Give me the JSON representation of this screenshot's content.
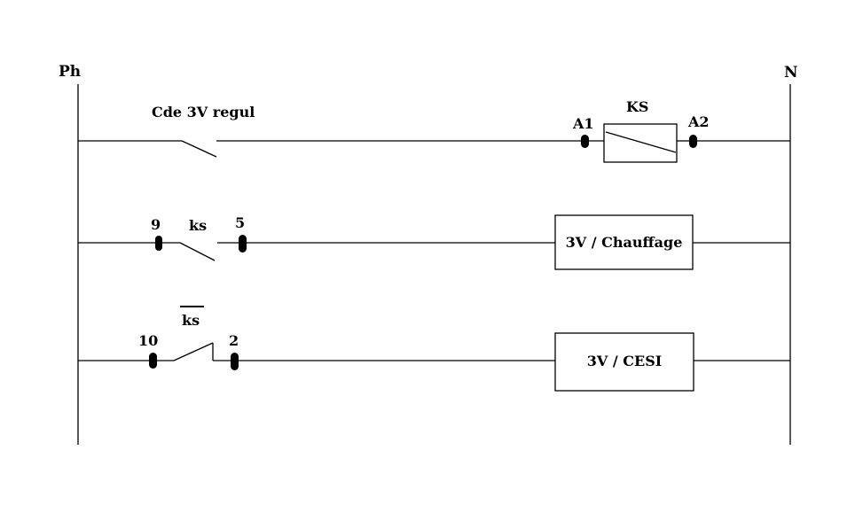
{
  "rails": {
    "left": "Ph",
    "right": "N"
  },
  "rung1": {
    "contact_label": "Cde 3V regul",
    "coil_label": "KS",
    "terminal_a1": "A1",
    "terminal_a2": "A2"
  },
  "rung2": {
    "terminal_left": "9",
    "contact_label": "ks",
    "terminal_right": "5",
    "load_label": "3V / Chauffage"
  },
  "rung3": {
    "terminal_left": "10",
    "contact_label": "ks",
    "terminal_right": "2",
    "load_label": "3V / CESI"
  }
}
